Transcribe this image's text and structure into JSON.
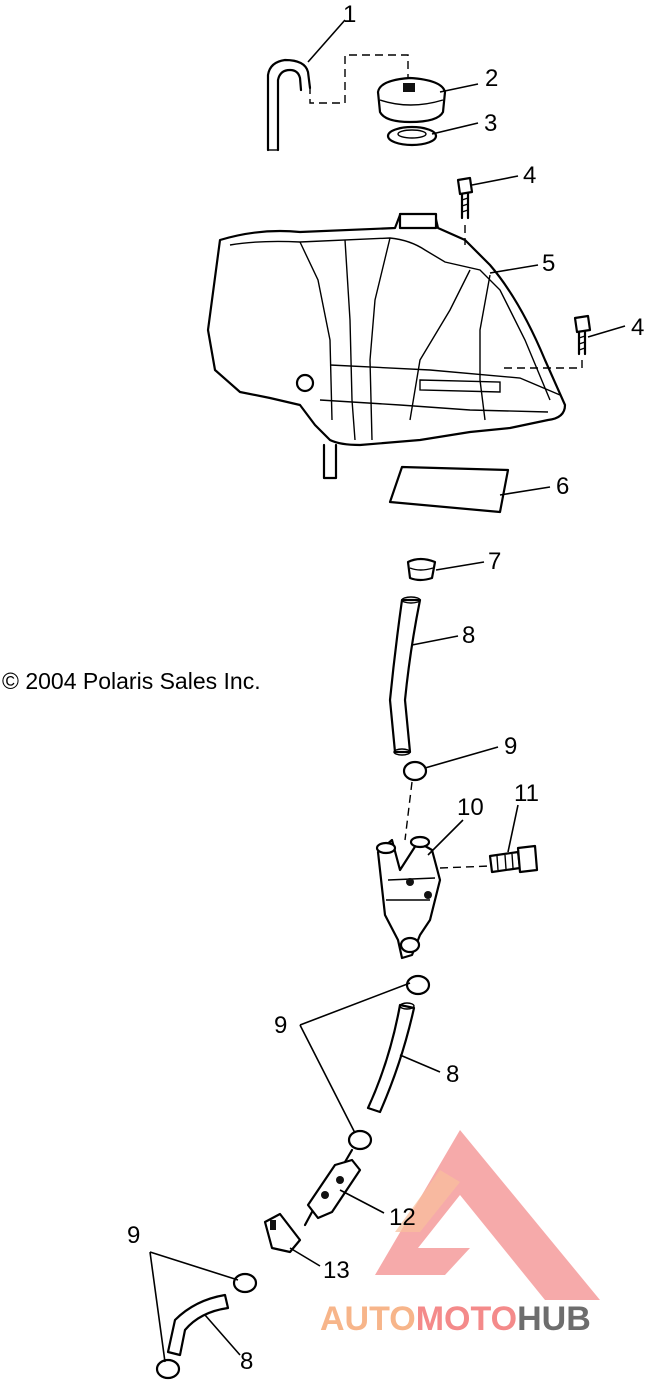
{
  "copyright": "© 2004 Polaris Sales Inc.",
  "callouts": [
    {
      "id": "c1",
      "label": "1"
    },
    {
      "id": "c2",
      "label": "2"
    },
    {
      "id": "c3",
      "label": "3"
    },
    {
      "id": "c4a",
      "label": "4"
    },
    {
      "id": "c4b",
      "label": "4"
    },
    {
      "id": "c5",
      "label": "5"
    },
    {
      "id": "c6",
      "label": "6"
    },
    {
      "id": "c7",
      "label": "7"
    },
    {
      "id": "c8a",
      "label": "8"
    },
    {
      "id": "c9a",
      "label": "9"
    },
    {
      "id": "c10",
      "label": "10"
    },
    {
      "id": "c11",
      "label": "11"
    },
    {
      "id": "c9b",
      "label": "9"
    },
    {
      "id": "c8b",
      "label": "8"
    },
    {
      "id": "c12",
      "label": "12"
    },
    {
      "id": "c13",
      "label": "13"
    },
    {
      "id": "c9c",
      "label": "9"
    },
    {
      "id": "c8c",
      "label": "8"
    }
  ],
  "watermark": {
    "part1": "AUTO",
    "part2": "MOTO",
    "part3": "HUB",
    "colors": {
      "auto": "#f7b58a",
      "moto": "#f48a8a",
      "hub": "#6d6d6d",
      "triangle": "#f27a7a"
    }
  }
}
